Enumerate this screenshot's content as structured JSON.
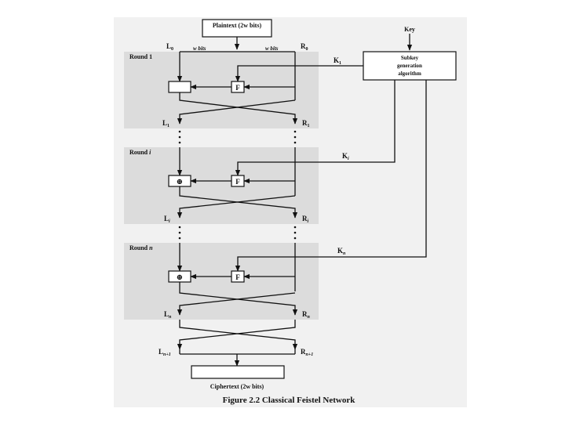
{
  "plaintext_label": "Plaintext (2w bits)",
  "w_bits_left": "w bits",
  "w_bits_right": "w bits",
  "key_label": "Key",
  "subkey_algorithm": [
    "Subkey",
    "generation",
    "algorithm"
  ],
  "function_label": "F",
  "xor_symbol": "⊕",
  "rounds": [
    {
      "label_main": "Round 1",
      "label_sub": "",
      "subkey_main": "K",
      "subkey_sub": "1",
      "input_left_main": "L",
      "input_left_sub": "0",
      "input_right_main": "R",
      "input_right_sub": "0",
      "output_left_main": "L",
      "output_left_sub": "1",
      "output_right_main": "R",
      "output_right_sub": "1"
    },
    {
      "label_main": "Round ",
      "label_sub": "i",
      "subkey_main": "K",
      "subkey_sub": "i",
      "output_left_main": "L",
      "output_left_sub": "i",
      "output_right_main": "R",
      "output_right_sub": "i"
    },
    {
      "label_main": "Round ",
      "label_sub": "n",
      "subkey_main": "K",
      "subkey_sub": "n",
      "output_left_main": "L",
      "output_left_sub": "n",
      "output_right_main": "R",
      "output_right_sub": "n"
    }
  ],
  "final_left_main": "L",
  "final_left_sub": "n+1",
  "final_right_main": "R",
  "final_right_sub": "n+1",
  "ciphertext_label": "Ciphertext (2w bits)",
  "caption": "Figure 2.2  Classical Feistel Network",
  "colors": {
    "round_background": "#dcdcdc",
    "panel_background": "#f1f1f1",
    "stroke": "#111111"
  }
}
